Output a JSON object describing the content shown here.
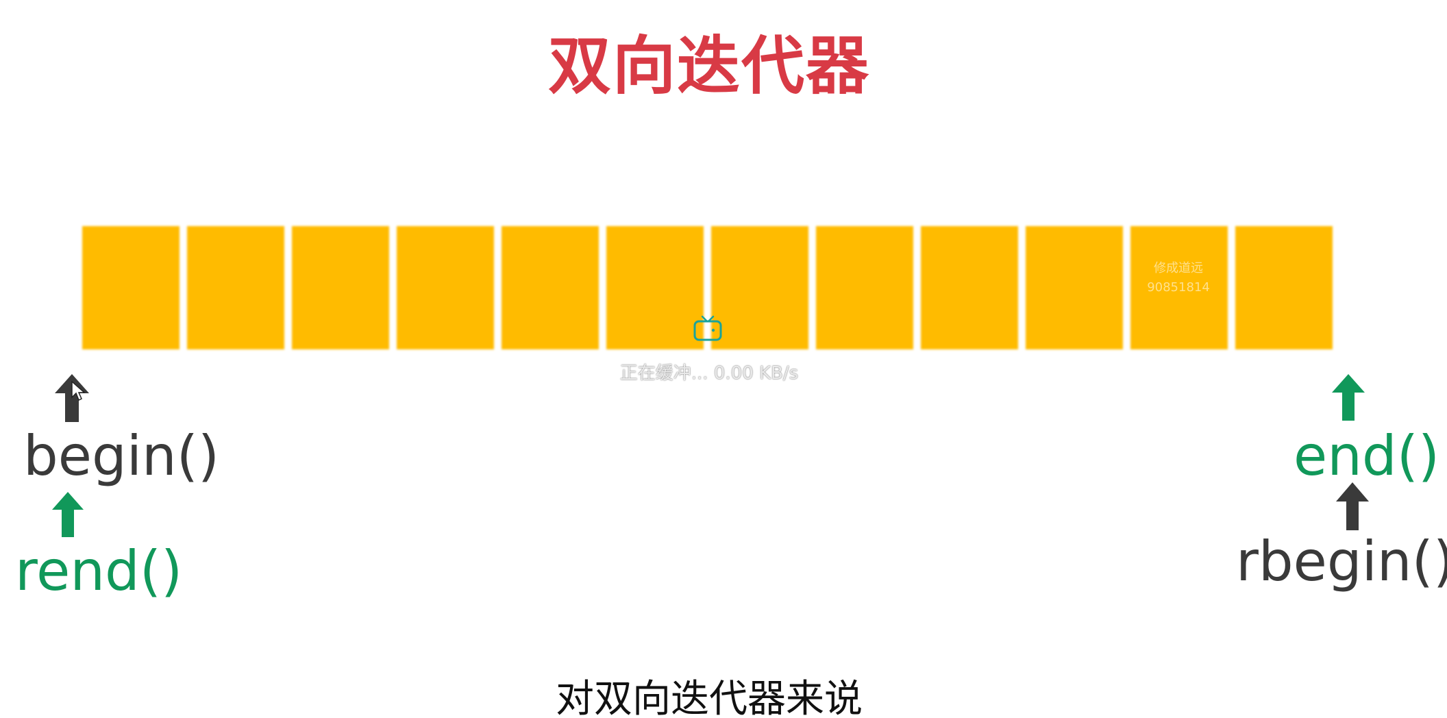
{
  "title": "双向迭代器",
  "container": {
    "cell_count": 12,
    "cell_color": "#ffbb00"
  },
  "watermark": {
    "line1": "修成道远",
    "line2": "90851814"
  },
  "player": {
    "buffer_icon": "tv-icon",
    "buffer_text": "正在缓冲... 0.00 KB/s"
  },
  "labels": {
    "begin": "begin()",
    "rend": "rend()",
    "end": "end()",
    "rbegin": "rbegin()"
  },
  "colors": {
    "title": "#d83a45",
    "dark": "#3a3a3a",
    "green": "#11985a",
    "accent_icon": "#1aa39a"
  },
  "subtitle": "对双向迭代器来说"
}
